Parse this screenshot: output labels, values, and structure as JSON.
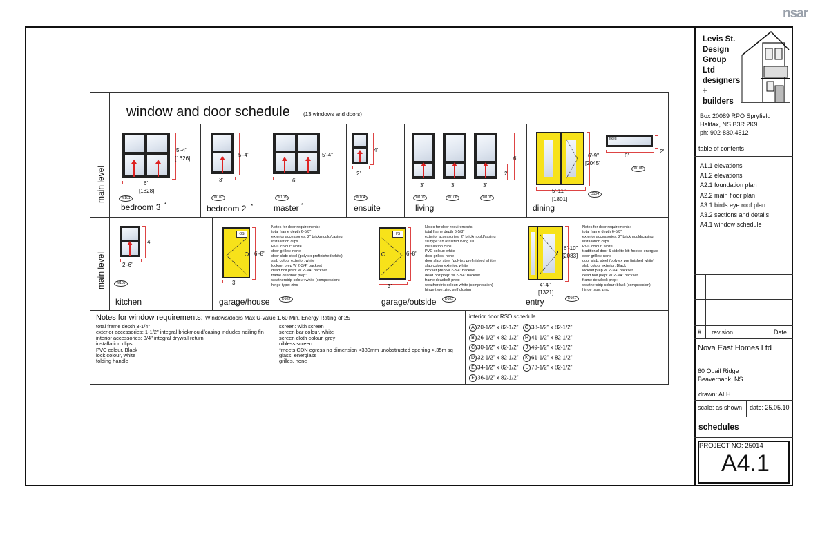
{
  "watermark": "nsar",
  "firm": {
    "lines": [
      "Levis St.",
      "Design",
      "Group",
      "Ltd",
      "designers",
      "+",
      "builders"
    ],
    "address": [
      "Box 20089 RPO Spryfield",
      "Halifax, NS B3R 2K9",
      "ph: 902-830.4512"
    ]
  },
  "toc": {
    "title": "table of contents",
    "items": [
      "A1.1 elevations",
      "A1.2 elevations",
      "A2.1 foundation plan",
      "A2.2 main floor plan",
      "A3.1 birds eye roof plan",
      "A3.2 sections and details",
      "A4.1 window schedule"
    ]
  },
  "revision": {
    "hash": "#",
    "label": "revision",
    "date": "Date"
  },
  "client": {
    "name": "Nova East Homes Ltd",
    "addr1": "60 Quail Ridge",
    "addr2": "Beaverbank, NS"
  },
  "drawn": "drawn: ALH",
  "scale": "scale: as shown",
  "date": "date: 25.05.10",
  "sheet_title": "schedules",
  "project": "PROJECT NO:  25014",
  "sheet_no": "A4.1",
  "schedule": {
    "title": "window and door schedule",
    "subtitle": "(13 windows and doors)",
    "level": "main level",
    "row1": [
      {
        "room": "bedroom 3",
        "w": "6'",
        "wmm": "[1828]",
        "h": "5'-4\"",
        "hmm": "[1626]",
        "tag": "W101"
      },
      {
        "room": "bedroom 2",
        "w": "3'",
        "h": "5'-4\"",
        "tag": "W102"
      },
      {
        "room": "master",
        "w": "6'",
        "h": "5'-4\"",
        "tag": "W103"
      },
      {
        "room": "ensuite",
        "w": "2'",
        "h": "4'",
        "tag": "W104"
      },
      {
        "room": "living",
        "w1": "3'",
        "w2": "3'",
        "w3": "3'",
        "h": "6'",
        "h2": "2'",
        "tag1": "W105",
        "tag2": "W106",
        "tag3": "W107"
      },
      {
        "room": "dining",
        "w": "5'-11\"",
        "wmm": "[1801]",
        "h": "6'-9\"",
        "hmm": "[2045]",
        "tag": "D104",
        "fixed": "fixed",
        "fw": "6'",
        "fh": "2'",
        "ftag": "W108"
      }
    ],
    "row2": [
      {
        "room": "kitchen",
        "w": "2'-6\"",
        "h": "4'",
        "tag": "W109"
      },
      {
        "room": "garage/house",
        "w": "3'",
        "h": "6'-8\"",
        "tag": "D103",
        "swing": "OS",
        "notes": "Notes for door requirements:\ntotal frame depth 6-5/8\"\nexterior accessories: 2\" brickmould/casing\ninstallation clips\nPVC colour: white\ndoor grilles: none\ndoor slab: steel (polytex prefinished white)\nslab colour exterior: white\nlockset prep W 2-3/4\" backset\ndead bolt prep: W 2-3/4\" backset\nframe deadbolt prep:\nweatherstrip colour: white (compression)\nhinge type: zinc"
      },
      {
        "room": "garage/outside",
        "w": "3'",
        "h": "6'-8\"",
        "tag": "D102",
        "swing": "I/S",
        "notes": "Notes for door requirements:\ntotal frame depth 6-5/8\"\nexterior accessories: 2\" brickmould/casing\nsill type: an assisted living sill\ninstallation clips\nPVC colour: white\ndoor grilles: none\ndoor slab: steel (polytex prefinished white)\nslab colour exterior: white\nlockset prep W 2-3/4\" backset\ndead bolt prep: W 2-3/4\" backset\nframe deadbolt prep:\nweatherstrip colour: white (compression)\nhinge type: zinc self closing"
      },
      {
        "room": "entry",
        "w": "4'-4\"",
        "wmm": "[1321]",
        "h": "6'-10\"",
        "hmm": "[2083]",
        "tag": "D101",
        "notes": "Notes for door requirements:\ntotal frame depth 6-5/8\"\nexterior accessories: 2\" brickmould/casing\ninstallation clips\nPVC colour: white\ntraditional door & sidelite kit: frosted energlas\ndoor grilles: none\ndoor slab: steel (polytex pre finished white)\nslab colour exterior: Black\nlockset prep W 2-3/4\" backset\ndead bolt prep: W 2-3/4\" backset\nframe deadbolt prep:\nweatherstrip colour: black (compression)\nhinge type: zinc"
      }
    ],
    "window_notes": {
      "title": "Notes for window requirements:",
      "energy": "Windows/doors Max U-value 1.60 Min. Energy Rating of 25",
      "col1": [
        "total frame depth 3-1/4\"",
        "exterior accessories: 1-1/2\" integral brickmould/casing includes nailing fin",
        "interior accessories: 3/4\" integral drywall return",
        "installation clips",
        "PVC colour, Black",
        "lock colour, white",
        "folding handle"
      ],
      "col2": [
        "screen: with screen",
        "screen bar colour, white",
        "screen cloth colour, grey",
        "nibless screen",
        "*meets CDN egress no dimension <380mm unobstructed opening >.35m sq",
        "glass, energlass",
        "grilles, none"
      ]
    },
    "rso": {
      "title": "interior door RSO schedule",
      "left": [
        {
          "k": "A",
          "v": "20-1/2\" x 82-1/2\""
        },
        {
          "k": "B",
          "v": "26-1/2\" x 82-1/2\""
        },
        {
          "k": "C",
          "v": "30-1/2\" x 82-1/2\""
        },
        {
          "k": "D",
          "v": "32-1/2\" x 82-1/2\""
        },
        {
          "k": "E",
          "v": "34-1/2\" x 82-1/2\""
        },
        {
          "k": "F",
          "v": "36-1/2\" x 82-1/2\""
        }
      ],
      "right": [
        {
          "k": "G",
          "v": "38-1/2\" x 82-1/2\""
        },
        {
          "k": "H",
          "v": "41-1/2\" x 82-1/2\""
        },
        {
          "k": "J",
          "v": "49-1/2\" x 82-1/2\""
        },
        {
          "k": "K",
          "v": "61-1/2\" x 82-1/2\""
        },
        {
          "k": "L",
          "v": "73-1/2\" x 82-1/2\""
        }
      ]
    }
  }
}
